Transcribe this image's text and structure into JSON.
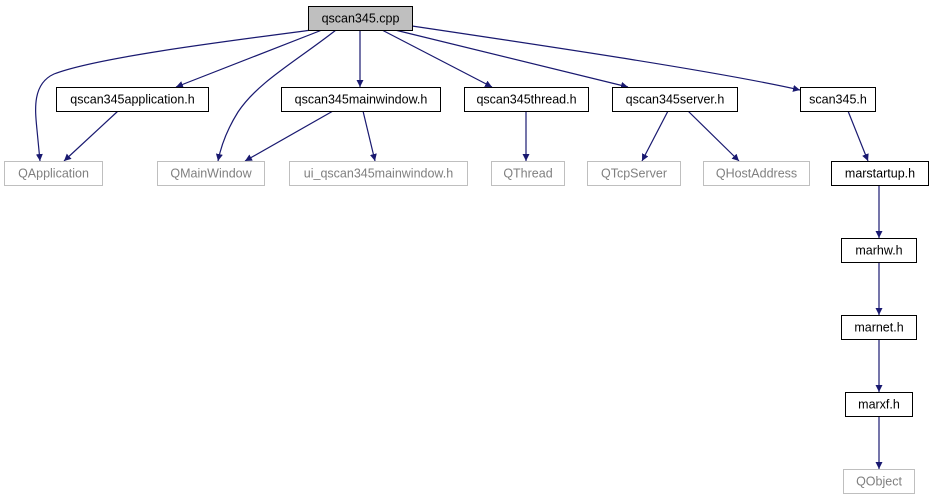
{
  "colors": {
    "edge": "#191970",
    "source_fill": "#bfbfbf",
    "local_stroke": "#000000",
    "external_stroke": "#bfbfbf",
    "external_text": "#7f7f7f",
    "text": "#000000"
  },
  "graph": {
    "nodes": [
      {
        "id": "qscan345_cpp",
        "label": "qscan345.cpp",
        "kind": "source"
      },
      {
        "id": "qscan345application_h",
        "label": "qscan345application.h",
        "kind": "local"
      },
      {
        "id": "qscan345mainwindow_h",
        "label": "qscan345mainwindow.h",
        "kind": "local"
      },
      {
        "id": "qscan345thread_h",
        "label": "qscan345thread.h",
        "kind": "local"
      },
      {
        "id": "qscan345server_h",
        "label": "qscan345server.h",
        "kind": "local"
      },
      {
        "id": "scan345_h",
        "label": "scan345.h",
        "kind": "local"
      },
      {
        "id": "QApplication",
        "label": "QApplication",
        "kind": "external"
      },
      {
        "id": "QMainWindow",
        "label": "QMainWindow",
        "kind": "external"
      },
      {
        "id": "ui_qscan345mainwindow_h",
        "label": "ui_qscan345mainwindow.h",
        "kind": "external"
      },
      {
        "id": "QThread",
        "label": "QThread",
        "kind": "external"
      },
      {
        "id": "QTcpServer",
        "label": "QTcpServer",
        "kind": "external"
      },
      {
        "id": "QHostAddress",
        "label": "QHostAddress",
        "kind": "external"
      },
      {
        "id": "marstartup_h",
        "label": "marstartup.h",
        "kind": "local"
      },
      {
        "id": "marhw_h",
        "label": "marhw.h",
        "kind": "local"
      },
      {
        "id": "marnet_h",
        "label": "marnet.h",
        "kind": "local"
      },
      {
        "id": "marxf_h",
        "label": "marxf.h",
        "kind": "local"
      },
      {
        "id": "QObject",
        "label": "QObject",
        "kind": "external"
      }
    ],
    "edges": [
      {
        "from": "qscan345_cpp",
        "to": "QApplication"
      },
      {
        "from": "qscan345_cpp",
        "to": "qscan345application_h"
      },
      {
        "from": "qscan345_cpp",
        "to": "QMainWindow"
      },
      {
        "from": "qscan345_cpp",
        "to": "qscan345mainwindow_h"
      },
      {
        "from": "qscan345_cpp",
        "to": "qscan345thread_h"
      },
      {
        "from": "qscan345_cpp",
        "to": "qscan345server_h"
      },
      {
        "from": "qscan345_cpp",
        "to": "scan345_h"
      },
      {
        "from": "qscan345application_h",
        "to": "QApplication"
      },
      {
        "from": "qscan345mainwindow_h",
        "to": "QMainWindow"
      },
      {
        "from": "qscan345mainwindow_h",
        "to": "ui_qscan345mainwindow_h"
      },
      {
        "from": "qscan345thread_h",
        "to": "QThread"
      },
      {
        "from": "qscan345server_h",
        "to": "QTcpServer"
      },
      {
        "from": "qscan345server_h",
        "to": "QHostAddress"
      },
      {
        "from": "scan345_h",
        "to": "marstartup_h"
      },
      {
        "from": "marstartup_h",
        "to": "marhw_h"
      },
      {
        "from": "marhw_h",
        "to": "marnet_h"
      },
      {
        "from": "marnet_h",
        "to": "marxf_h"
      },
      {
        "from": "marxf_h",
        "to": "QObject"
      }
    ]
  }
}
